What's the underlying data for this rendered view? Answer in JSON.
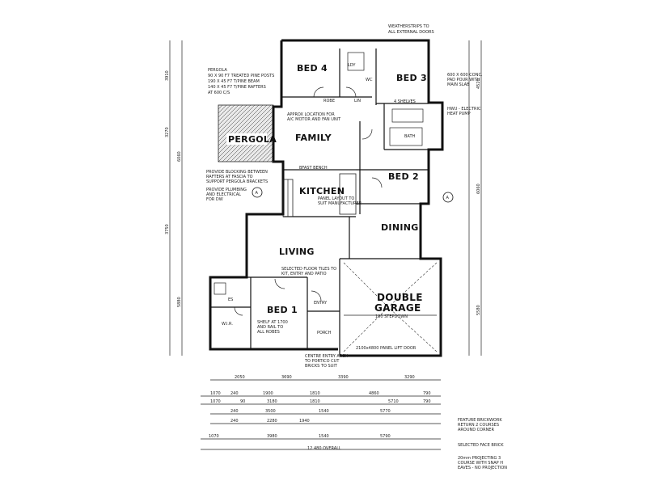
{
  "rooms": {
    "bed4": "BED 4",
    "bed3": "BED 3",
    "bed2": "BED 2",
    "bed1": "BED 1",
    "family": "FAMILY",
    "kitchen": "KITCHEN",
    "dining": "DINING",
    "living": "LIVING",
    "garage": "DOUBLE\nGARAGE",
    "garage_l1": "DOUBLE",
    "garage_l2": "GARAGE",
    "pergola": "PERGOLA",
    "entry": "ENTRY",
    "porch": "PORCH",
    "ens": "ES",
    "wir": "W.I.R.",
    "bath": "BATH",
    "ldy": "LDY",
    "wc": "WC",
    "robe": "ROBE",
    "linen": "LIN"
  },
  "notes": {
    "weatherstrips": "WEATHERSTRIPS TO",
    "weatherstrips2": "ALL EXTERNAL DOORS",
    "pergola1": "PERGOLA",
    "pergola2": "90 X 90 F7 TREATED PINE POSTS",
    "pergola3": "190 X 45 F7 T/PINE BEAM",
    "pergola4": "140 X 45 F7 T/PINE RAFTERS",
    "pergola5": "AT 600 C/S",
    "approx1": "APPROX LOCATION FOR",
    "approx2": "A/C MOTOR AND FAN UNIT",
    "provide1": "PROVIDE BLOCKING BETWEEN",
    "provide2": "RAFTERS AT FASCIA TO",
    "provide3": "SUPPORT PERGOLA BRACKETS",
    "provide4": "PROVIDE PLUMBING",
    "provide5": "AND ELECTRICAL",
    "provide6": "FOR DW",
    "slab1": "600 X 600 CONC.",
    "slab2": "PAD POUR WITH",
    "slab3": "MAIN SLAB",
    "hwu1": "HWU - ELECTRIC",
    "hwu2": "HEAT PUMP",
    "shelves": "4 SHELVES",
    "breakfast": "BFAST BENCH",
    "panel": "PANEL LAYOUT TO",
    "panel2": "SUIT MANUFACTURER",
    "tiles1": "SELECTED FLOOR TILES TO",
    "tiles2": "KIT, ENTRY AND PATIO",
    "shelf1": "SHELF AT 1700",
    "shelf2": "AND RAIL TO",
    "shelf3": "ALL ROBES",
    "stepdown": "100 STEPDOWN",
    "door": "2100x4800 PANEL LIFT DOOR",
    "centre1": "CENTRE ENTRY ARCH",
    "centre2": "TO PORTICO CUT",
    "centre3": "BRICKS TO SUIT",
    "feature1": "FEATURE BRICKWORK",
    "feature2": "RETURN 2 COURSES",
    "feature3": "AROUND CORNER",
    "selected": "SELECTED FACE BRICK",
    "proj1": "20mm PROJECTING 3",
    "proj2": "COURSE WITH SNAP H",
    "proj3": "EAVES - NO PROJECTION",
    "overall": "12 480 OVERALL",
    "section_a": "A"
  },
  "dims_top": [
    "2050",
    "3690",
    "3390",
    "3290"
  ],
  "dims_row2": [
    "1070",
    "240",
    "1900",
    "1810",
    "4860",
    "790"
  ],
  "dims_row3": [
    "1070",
    "90",
    "3180",
    "1810",
    "5710",
    "790"
  ],
  "dims_row4": [
    "240",
    "3500",
    "1540",
    "5770"
  ],
  "dims_row5": [
    "240",
    "2280",
    "1940"
  ],
  "dims_row6": [
    "1070",
    "3980",
    "1540",
    "5790"
  ],
  "dims_left": [
    "3910",
    "3270",
    "6060",
    "3750",
    "5880"
  ],
  "dims_right": [
    "4520",
    "6060",
    "5580"
  ]
}
